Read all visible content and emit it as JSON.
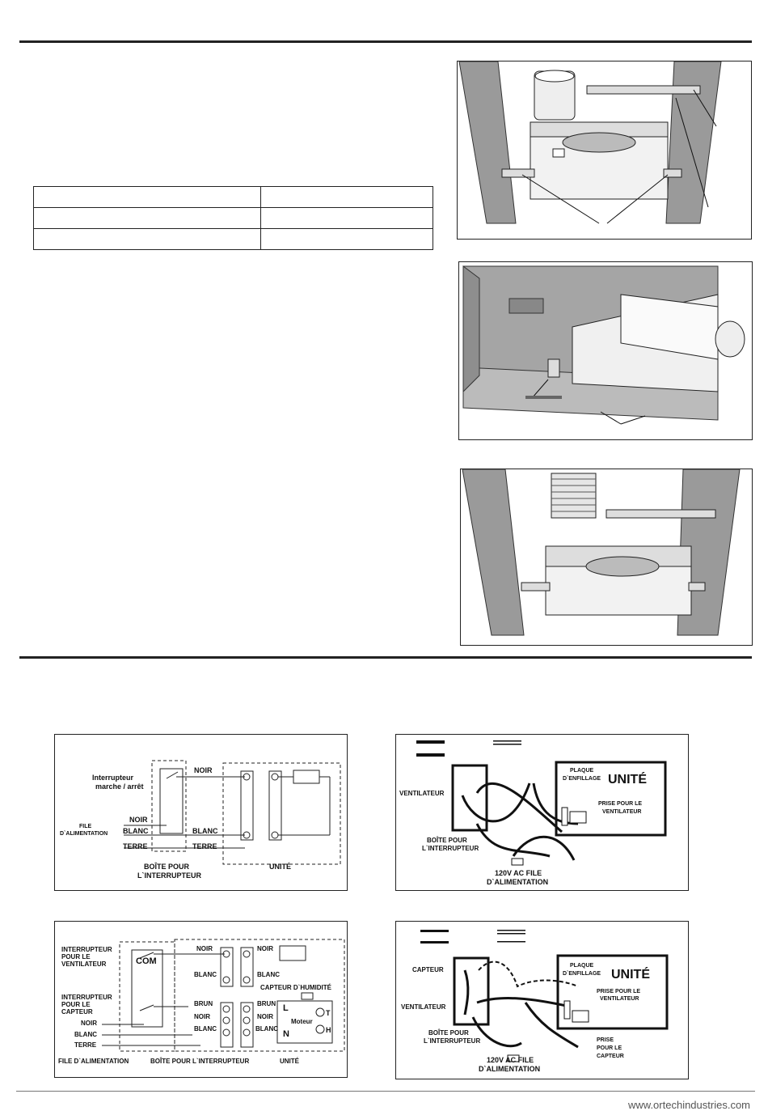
{
  "diagram1": {
    "switch_label_1": "Interrupteur",
    "switch_label_2": "marche / arrêt",
    "noir_top": "NOIR",
    "supply_1": "FILE",
    "supply_2": "D`ALIMENTATION",
    "noir": "NOIR",
    "blanc_left": "BLANC",
    "terre_left": "TERRE",
    "blanc_right": "BLANC",
    "terre_right": "TERRE",
    "box_1": "BOÎTE POUR",
    "box_2": "L`INTERRUPTEUR",
    "unit": "UNITÉ"
  },
  "diagram2": {
    "ventilateur": "VENTILATEUR",
    "plaque_1": "PLAQUE",
    "plaque_2": "D`ENFILLAGE",
    "unit": "UNITÉ",
    "prise_1": "PRISE POUR LE",
    "prise_2": "VENTILATEUR",
    "box_1": "BOÎTE POUR",
    "box_2": "L`INTERRUPTEUR",
    "supply_1": "120V AC FILE",
    "supply_2": "D`ALIMENTATION"
  },
  "diagram3": {
    "fan_switch_1": "INTERRUPTEUR",
    "fan_switch_2": "POUR LE",
    "fan_switch_3": "VENTILATEUR",
    "com": "COM",
    "sensor_switch_1": "INTERRUPTEUR",
    "sensor_switch_2": "POUR LE",
    "sensor_switch_3": "CAPTEUR",
    "noir_l": "NOIR",
    "blanc_l": "BLANC",
    "terre_l": "TERRE",
    "noir_a": "NOIR",
    "noir_b": "NOIR",
    "blanc_a": "BLANC",
    "blanc_b": "BLANC",
    "brun_a": "BRUN",
    "brun_b": "BRUN",
    "noir_c": "NOIR",
    "noir_d": "NOIR",
    "blanc_c": "BLANC",
    "blanc_d": "BLANC",
    "capteur": "CAPTEUR D`HUMIDITÉ",
    "moteur": "Moteur",
    "l": "L",
    "n": "N",
    "t": "T",
    "h": "H",
    "supply": "FILE D`ALIMENTATION",
    "box": "BOÎTE POUR L`INTERRUPTEUR",
    "unit": "UNITÉ"
  },
  "diagram4": {
    "capteur": "CAPTEUR",
    "ventilateur": "VENTILATEUR",
    "plaque_1": "PLAQUE",
    "plaque_2": "D`ENFILLAGE",
    "unit": "UNITÉ",
    "prise_1": "PRISE POUR LE",
    "prise_2": "VENTILATEUR",
    "prise_c1": "PRISE",
    "prise_c2": "POUR LE",
    "prise_c3": "CAPTEUR",
    "box_1": "BOÎTE POUR",
    "box_2": "L`INTERRUPTEUR",
    "supply_1": "120V AC FILE",
    "supply_2": "D`ALIMENTATION"
  },
  "footer": {
    "url": "www.ortechindustries.com"
  }
}
